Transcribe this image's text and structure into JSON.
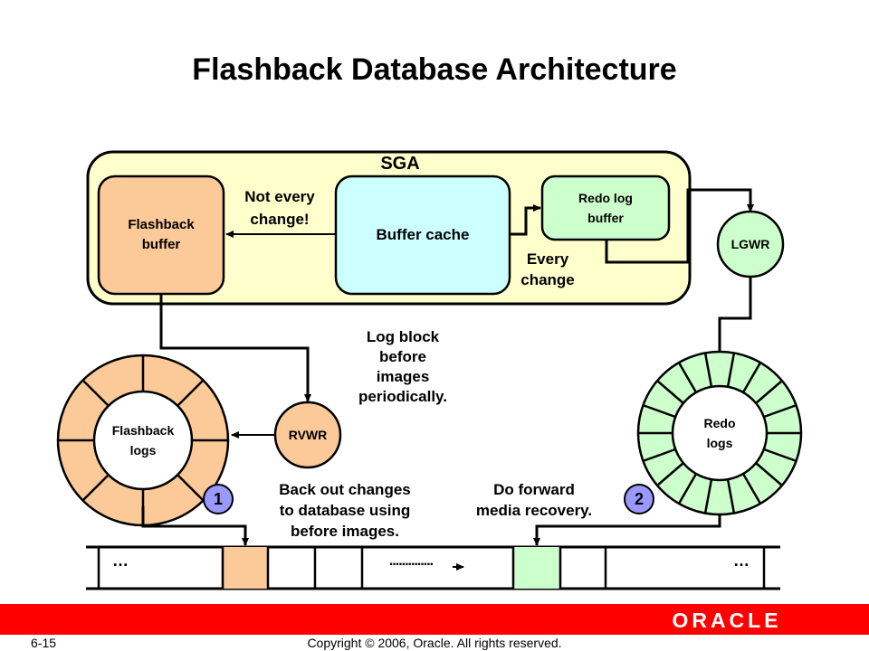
{
  "title": "Flashback Database Architecture",
  "sga": {
    "label": "SGA",
    "flashback_buffer": "Flashback\nbuffer",
    "buffer_cache": "Buffer cache",
    "redo_log_buffer": "Redo log\nbuffer"
  },
  "annotations": {
    "not_every_change": "Not every\nchange!",
    "every_change": "Every\nchange",
    "log_block": "Log block\nbefore\nimages\nperiodically.",
    "back_out": "Back out changes\nto database using\nbefore images.",
    "forward": "Do forward\nmedia recovery."
  },
  "processes": {
    "lgwr": "LGWR",
    "rvwr": "RVWR"
  },
  "logs": {
    "flashback_logs": "Flashback\nlogs",
    "redo_logs": "Redo\nlogs"
  },
  "steps": {
    "step1": "1",
    "step2": "2"
  },
  "timeline": {
    "left_dots": "…",
    "mid_dots": "..............",
    "right_dots": "…"
  },
  "colors": {
    "sga_fill": "#ffffcc",
    "flashback": "#fcc998",
    "buffer_cache": "#ccffff",
    "redo": "#ccffcc",
    "oracle_red": "#ff0000",
    "step_circle": "#9999ff"
  },
  "footer": {
    "page": "6-15",
    "copyright": "Copyright © 2006, Oracle. All rights reserved.",
    "logo": "ORACLE"
  }
}
